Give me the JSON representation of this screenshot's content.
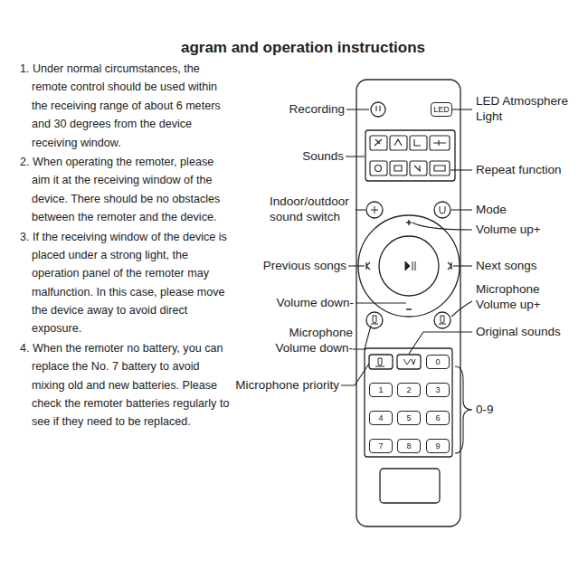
{
  "diagram": {
    "title": "agram and operation instructions",
    "nodes": [
      {
        "text": [
          "LED"
        ]
      },
      {
        "text": [
          "0"
        ]
      },
      {
        "text": [
          "1"
        ]
      },
      {
        "text": [
          "2"
        ]
      },
      {
        "text": [
          "3"
        ]
      },
      {
        "text": [
          "4"
        ]
      },
      {
        "text": [
          "5"
        ]
      },
      {
        "text": [
          "6"
        ]
      },
      {
        "text": [
          "7"
        ]
      },
      {
        "text": [
          "8"
        ]
      },
      {
        "text": [
          "9"
        ]
      }
    ],
    "labels": [
      "1. Under normal circumstances, the remote control should be used within the receiving range of about 6 meters and 30 degrees from the device receiving window.",
      "2. When operating the remoter, please aim it at the receiving window of the device. There should be no obstacles between the remoter and the device.",
      "3. If the receiving window of the device is placed under a strong light, the operation panel of the remoter may malfunction. In this case, please move the device away to avoid direct exposure.",
      "4. When the remoter no battery, you can replace the No. 7 battery to avoid mixing old and new batteries. Please check the remoter batteries regularly to see if they need to be replaced.",
      "Recording",
      "LED Atmosphere Light",
      "Sounds",
      "Repeat function",
      "Indoor/outdoor sound switch",
      "Mode",
      "Volume up+",
      "Previous songs",
      "Next songs",
      "Volume down-",
      "Microphone Volume up+",
      "Microphone Volume down-",
      "Original sounds",
      "Microphone priority",
      "0-9"
    ]
  }
}
